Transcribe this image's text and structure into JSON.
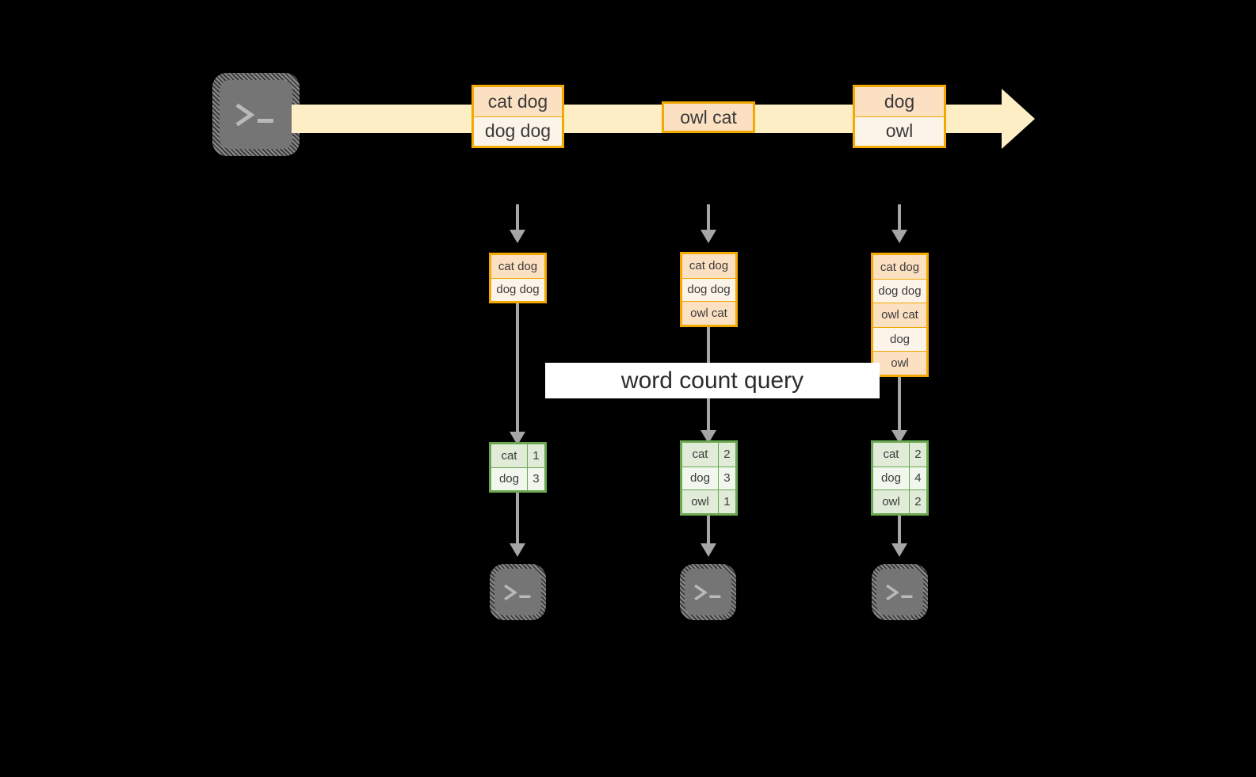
{
  "diagram": {
    "title_label": "word count query",
    "colors": {
      "background": "#000000",
      "stream_band": "#fdeec6",
      "event_border": "#f2a900",
      "event_fill": "#fdf4e9",
      "event_fill_shaded": "#fce0c2",
      "result_border": "#6aa84f",
      "result_fill": "#f2f7ee",
      "result_fill_shaded": "#e0ebd8",
      "arrow": "#a6a6a6",
      "terminal_body": "#757575",
      "label_background": "#ffffff"
    },
    "producer": {
      "icon_name": "terminal-icon",
      "glyph": ">_"
    },
    "stream": {
      "events": [
        {
          "id": "e1",
          "lines": [
            "cat dog",
            "dog dog"
          ]
        },
        {
          "id": "e2",
          "lines": [
            "owl cat"
          ]
        },
        {
          "id": "e3",
          "lines": [
            "dog",
            "owl"
          ]
        }
      ]
    },
    "snapshots": [
      {
        "id": "s1",
        "table_rows": [
          "cat dog",
          "dog dog"
        ],
        "results": [
          {
            "word": "cat",
            "count": "1"
          },
          {
            "word": "dog",
            "count": "3"
          }
        ],
        "consumer": {
          "icon_name": "terminal-icon",
          "glyph": ">_"
        }
      },
      {
        "id": "s2",
        "table_rows": [
          "cat dog",
          "dog dog",
          "owl cat"
        ],
        "results": [
          {
            "word": "cat",
            "count": "2"
          },
          {
            "word": "dog",
            "count": "3"
          },
          {
            "word": "owl",
            "count": "1"
          }
        ],
        "consumer": {
          "icon_name": "terminal-icon",
          "glyph": ">_"
        }
      },
      {
        "id": "s3",
        "table_rows": [
          "cat dog",
          "dog dog",
          "owl cat",
          "dog",
          "owl"
        ],
        "results": [
          {
            "word": "cat",
            "count": "2"
          },
          {
            "word": "dog",
            "count": "4"
          },
          {
            "word": "owl",
            "count": "2"
          }
        ],
        "consumer": {
          "icon_name": "terminal-icon",
          "glyph": ">_"
        }
      }
    ]
  }
}
